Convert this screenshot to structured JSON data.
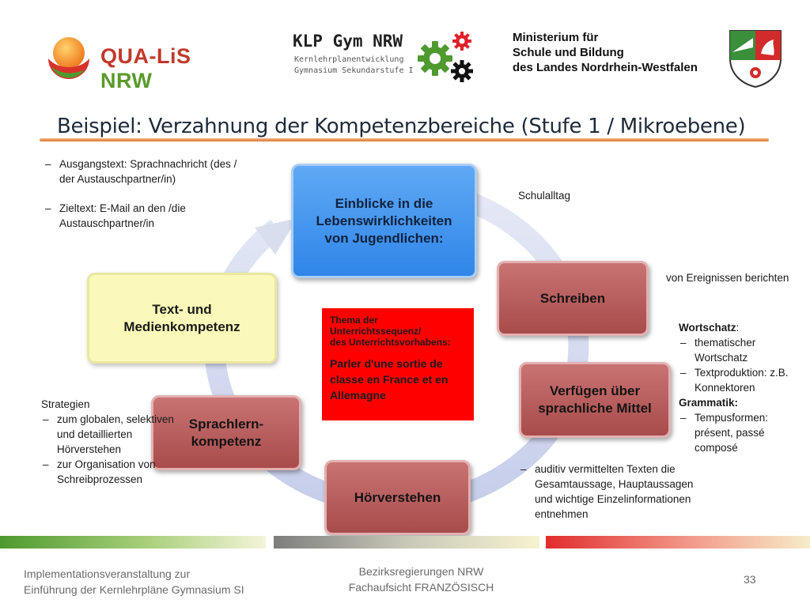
{
  "header": {
    "qualis": {
      "part_a": "QUA-LiS",
      "part_b": " NRW"
    },
    "klp": {
      "title": "KLP Gym NRW",
      "sub1": "Kernlehrplanentwicklung",
      "sub2": "Gymnasium Sekundarstufe I"
    },
    "ministry": [
      "Ministerium für",
      "Schule und Bildung",
      "des Landes Nordrhein-Westfalen"
    ]
  },
  "title": "Beispiel: Verzahnung der Kompetenzbereiche (Stufe 1 / Mikroebene)",
  "diagram": {
    "center_box": [
      "Einblicke in die",
      "Lebenswirklichkeiten",
      "von Jugendlichen:"
    ],
    "text_media": [
      "Text- und",
      "Medienkompetenz"
    ],
    "schreiben": "Schreiben",
    "verfuegen": [
      "Verfügen über",
      "sprachliche Mittel"
    ],
    "sprachlern": [
      "Sprachlern-",
      "kompetenz"
    ],
    "hoerverstehen": "Hörverstehen",
    "theme": {
      "heading": [
        "Thema der",
        "Unterrichtssequenz/",
        "des Unterrichtsvorhabens:"
      ],
      "topic": "Parler d'une sortie de classe en France et en Allemagne"
    }
  },
  "notes": {
    "topleft": [
      "Ausgangstext: Sprachnachricht (des / der Austauschpartner/in)",
      "Zieltext:  E-Mail  an den /die Austauschpartner/in"
    ],
    "schulalltag": "Schulalltag",
    "ereignissen": "von Ereignissen berichten",
    "wortschatz": {
      "header": "Wortschatz",
      "colon": ":",
      "items": [
        "thematischer Wortschatz",
        "Textproduktion: z.B. Konnektoren"
      ]
    },
    "grammatik": {
      "header": "Grammatik:",
      "items": [
        "Tempusformen: présent, passé composé"
      ]
    },
    "strategien": {
      "header": "Strategien",
      "items": [
        "zum globalen, selektiven und detaillierten Hörverstehen",
        "zur Organisation von Schreibprozessen"
      ]
    },
    "auditiv": [
      "auditiv vermittelten Texten die Gesamtaussage, Hauptaussagen und wichtige Einzelinformationen entnehmen"
    ]
  },
  "footer": {
    "left": [
      "Implementationsveranstaltung zur",
      "Einführung der Kernlehrpläne Gymnasium SI"
    ],
    "center": [
      "Bezirksregierungen NRW",
      "Fachaufsicht FRANZÖSISCH"
    ],
    "page": "33"
  },
  "colors": {
    "blue_box": "#2f86e8",
    "yellow_box": "#fbf9b9",
    "red_box": "#a84b4b",
    "theme_box": "#ff0000",
    "title_rule": "#e07a3a",
    "cycle_arrow": "#c9d2ee"
  }
}
